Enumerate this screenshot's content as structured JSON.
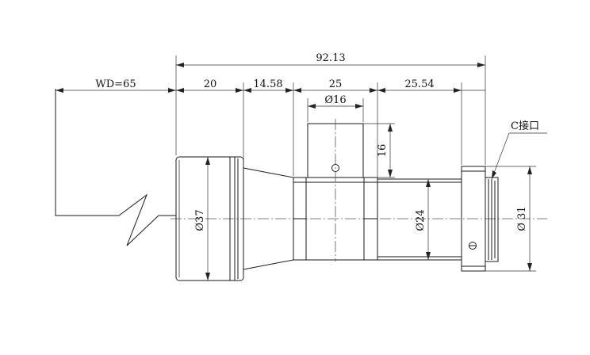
{
  "drawing": {
    "dimensions": {
      "overall_length": "92.13",
      "working_distance": "WD=65",
      "seg_front": "20",
      "seg_taper": "14.58",
      "seg_center": "25",
      "seg_rear": "25.54",
      "prism_diameter": "Ø16",
      "prism_height": "16",
      "front_diameter": "Ø37",
      "body_diameter": "Ø24",
      "mount_diameter": "Ø 31",
      "mount_label": "C接口"
    }
  }
}
